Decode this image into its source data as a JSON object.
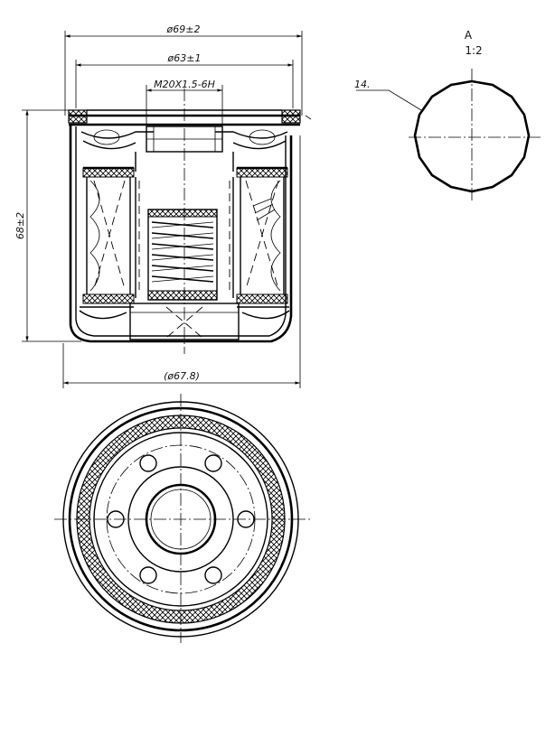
{
  "dimensions": {
    "outer_diameter": "ø69±2",
    "gasket_diameter": "ø63±1",
    "thread": "M20X1.5-6H",
    "height": "68±2",
    "body_diameter": "(ø67.8)"
  },
  "detail_view": {
    "label": "A",
    "scale": "1:2",
    "callout": "14."
  }
}
